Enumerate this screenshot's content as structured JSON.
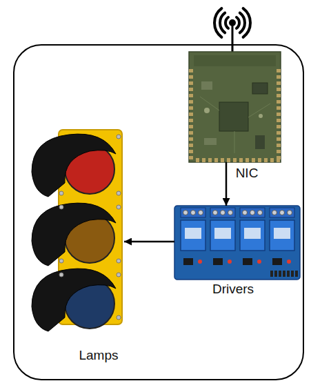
{
  "diagram": {
    "nodes": [
      {
        "text": [
          "NIC"
        ]
      },
      {
        "text": [
          "Drivers"
        ]
      },
      {
        "text": [
          "Lamps"
        ]
      }
    ],
    "edges": [
      {
        "from": 0,
        "to": 1,
        "arrow": "to"
      },
      {
        "from": 1,
        "to": 2,
        "arrow": "to"
      }
    ]
  }
}
